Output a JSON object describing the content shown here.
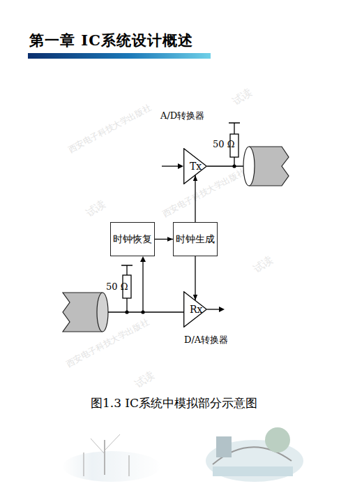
{
  "diagram": {
    "title": "第一章 IC系统设计概述",
    "caption": "图1.3 IC系统中模拟部分示意图",
    "nodes": [
      {
        "text": [
          "Tx"
        ]
      },
      {
        "text": [
          "时钟恢复"
        ]
      },
      {
        "text": [
          "时钟生成"
        ]
      },
      {
        "text": [
          "Rx"
        ]
      }
    ],
    "edges": [
      {
        "from": 1,
        "to": 2,
        "arrow": "to"
      },
      {
        "from": 2,
        "to": 0,
        "arrow": "to"
      },
      {
        "from": 2,
        "to": 3,
        "arrow": "to"
      }
    ],
    "labels": [
      "A/D转换器",
      "50 Ω",
      "50 Ω",
      "D/A转换器",
      "西安电子科技大学出版社",
      "西安电子科技大学出版社",
      "西安电子科技大学出版社",
      "试读",
      "试读",
      "试读",
      "试读"
    ]
  }
}
